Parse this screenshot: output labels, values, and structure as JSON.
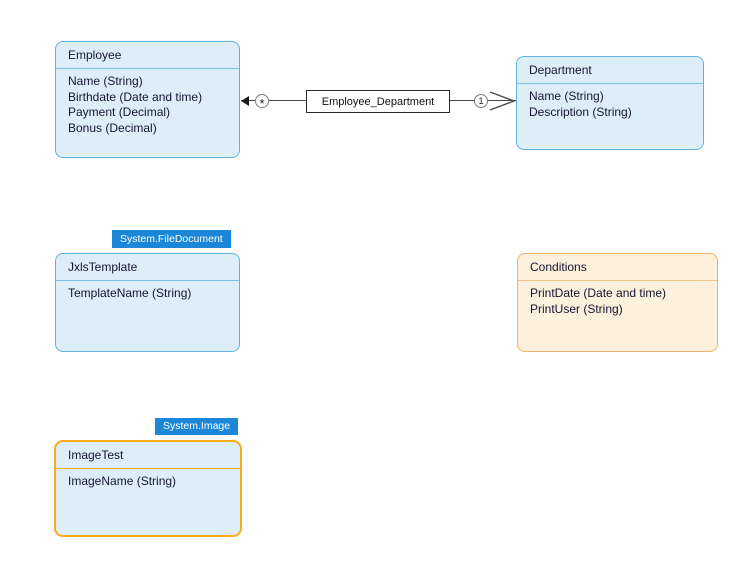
{
  "entities": {
    "employee": {
      "name": "Employee",
      "attributes": [
        "Name (String)",
        "Birthdate (Date and time)",
        "Payment (Decimal)",
        "Bonus (Decimal)"
      ]
    },
    "department": {
      "name": "Department",
      "attributes": [
        "Name (String)",
        "Description (String)"
      ]
    },
    "jxls_template": {
      "name": "JxlsTemplate",
      "badge": "System.FileDocument",
      "attributes": [
        "TemplateName (String)"
      ]
    },
    "conditions": {
      "name": "Conditions",
      "attributes": [
        "PrintDate (Date and time)",
        "PrintUser (String)"
      ]
    },
    "image_test": {
      "name": "ImageTest",
      "badge": "System.Image",
      "attributes": [
        "ImageName (String)"
      ]
    }
  },
  "association": {
    "label": "Employee_Department",
    "source_multiplicity": "*",
    "target_multiplicity": "1"
  },
  "colors": {
    "entity_blue_fill": "#ddeef9",
    "entity_blue_border": "#62b1df",
    "entity_orange_fill": "#fdf1de",
    "entity_orange_border": "#f2b26b",
    "selected_entity_border": "#fbab1d",
    "badge_background": "#1c87d8",
    "badge_text": "#ffffff",
    "association_line": "#464646",
    "text": "#141430"
  }
}
